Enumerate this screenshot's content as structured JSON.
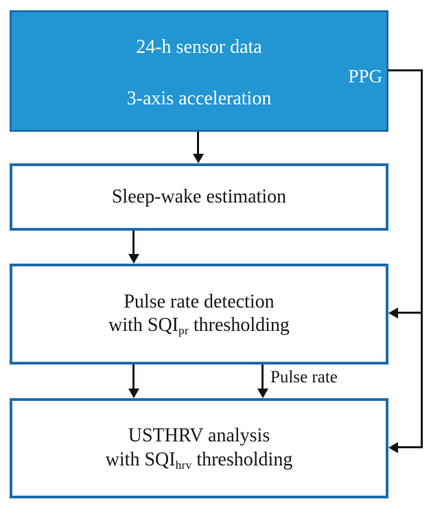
{
  "diagram": {
    "title": "Sensor data processing pipeline flowchart",
    "colors": {
      "source_fill": "#2196D3",
      "box_border": "#1F6CAC",
      "connector": "#111111",
      "source_text": "#FFFFFF",
      "box_text": "#1A1A1A"
    },
    "nodes": [
      {
        "id": "source",
        "kind": "filled",
        "line1": "24-h sensor data",
        "line2": "3-axis acceleration",
        "corner_label": "PPG"
      },
      {
        "id": "sleepwake",
        "kind": "process",
        "line1": "Sleep-wake estimation"
      },
      {
        "id": "pulse",
        "kind": "process",
        "line1": "Pulse rate detection",
        "line2_pre": "with SQI",
        "line2_sub": "pr",
        "line2_post": " thresholding"
      },
      {
        "id": "usthrv",
        "kind": "process",
        "line1": "USTHRV analysis",
        "line2_pre": "with SQI",
        "line2_sub": "hrv",
        "line2_post": " thresholding"
      }
    ],
    "edges": [
      {
        "id": "source-to-sleepwake",
        "label": ""
      },
      {
        "id": "sleepwake-to-pulse",
        "label": ""
      },
      {
        "id": "pulse-to-usthrv-left",
        "label": ""
      },
      {
        "id": "pulse-to-usthrv-right",
        "label": "Pulse rate"
      },
      {
        "id": "ppg-to-pulse",
        "label": ""
      },
      {
        "id": "ppg-to-usthrv",
        "label": ""
      }
    ]
  }
}
